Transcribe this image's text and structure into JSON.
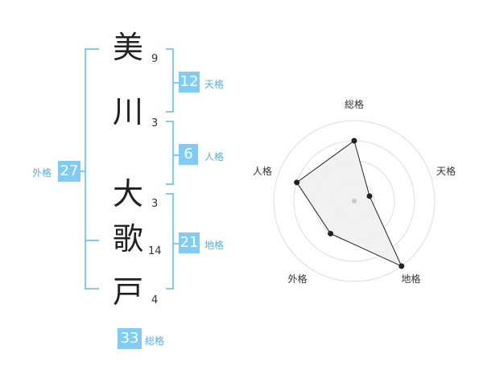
{
  "name": {
    "chars": [
      "美",
      "川",
      "大",
      "歌",
      "戸"
    ],
    "strokes": [
      "9",
      "3",
      "3",
      "14",
      "4"
    ]
  },
  "fortune": {
    "tenkaku": {
      "value": "12",
      "label": "天格"
    },
    "jinkaku": {
      "value": "6",
      "label": "人格"
    },
    "chikaku": {
      "value": "21",
      "label": "地格"
    },
    "gaikaku": {
      "value": "27",
      "label": "外格"
    },
    "soukaku": {
      "value": "33",
      "label": "総格"
    }
  },
  "chart_data": {
    "type": "radar",
    "axes": [
      "総格",
      "天格",
      "地格",
      "外格",
      "人格"
    ],
    "values": [
      0.75,
      0.2,
      1.0,
      0.5,
      0.75
    ],
    "rings": 4,
    "colors": {
      "fill": "#f0f0f0",
      "stroke": "#222222",
      "ring": "#dddddd"
    }
  }
}
